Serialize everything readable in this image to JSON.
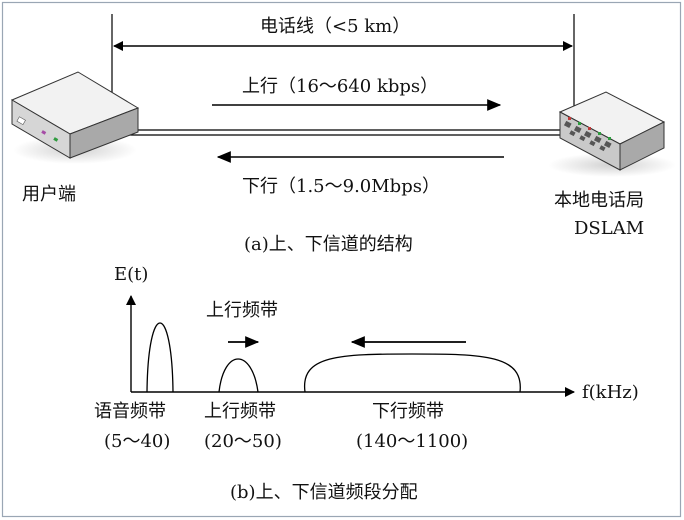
{
  "part_a": {
    "line_label": "电话线（<5 km）",
    "upstream_label": "上行（16～640 kbps）",
    "downstream_label": "下行（1.5～9.0Mbps）",
    "user_label": "用户端",
    "office_label_1": "本地电话局",
    "office_label_2": "DSLAM",
    "caption": "(a)上、下信道的结构"
  },
  "part_b": {
    "y_axis_label": "E(t)",
    "x_axis_label": "f(kHz)",
    "upstream_band_title": "上行频带",
    "voice_band_label": "语音频带",
    "voice_band_range": "(5～40)",
    "upstream_band_label": "上行频带",
    "upstream_band_range": "(20～50)",
    "downstream_band_label": "下行频带",
    "downstream_band_range": "(140～1100)",
    "caption": "(b)上、下信道频段分配"
  },
  "colors": {
    "frame": "#9aa6b4",
    "stroke": "#000000",
    "device_body": "#c9c9c9",
    "device_top": "#f2f2f2",
    "port_green": "#2e9b3e",
    "port_red": "#c03a3a"
  }
}
